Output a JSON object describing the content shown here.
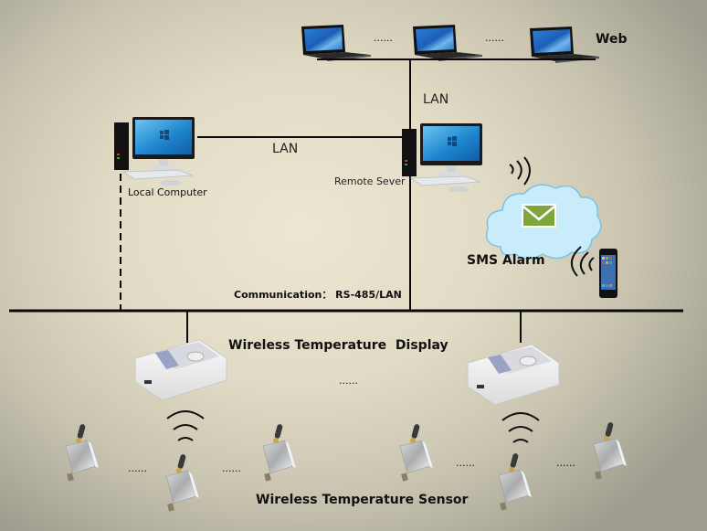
{
  "diagram": {
    "web_label": "Web",
    "lan_vertical_label": "LAN",
    "lan_horizontal_label": "LAN",
    "local_computer_label": "Local Computer",
    "remote_server_label": "Remote Sever",
    "sms_alarm_label": "SMS Alarm",
    "communication_label": "Communication： RS-485/LAN",
    "display_label": "Wireless Temperature  Display",
    "sensor_label": "Wireless Temperature Sensor",
    "ellipsis": "......",
    "colors": {
      "line": "#0a0a0a",
      "screen_blue": "#2a8fd4",
      "cloud_fill": "#c9ecfa",
      "cloud_stroke": "#7cc3e0",
      "envelope_green": "#7fa63a"
    }
  }
}
